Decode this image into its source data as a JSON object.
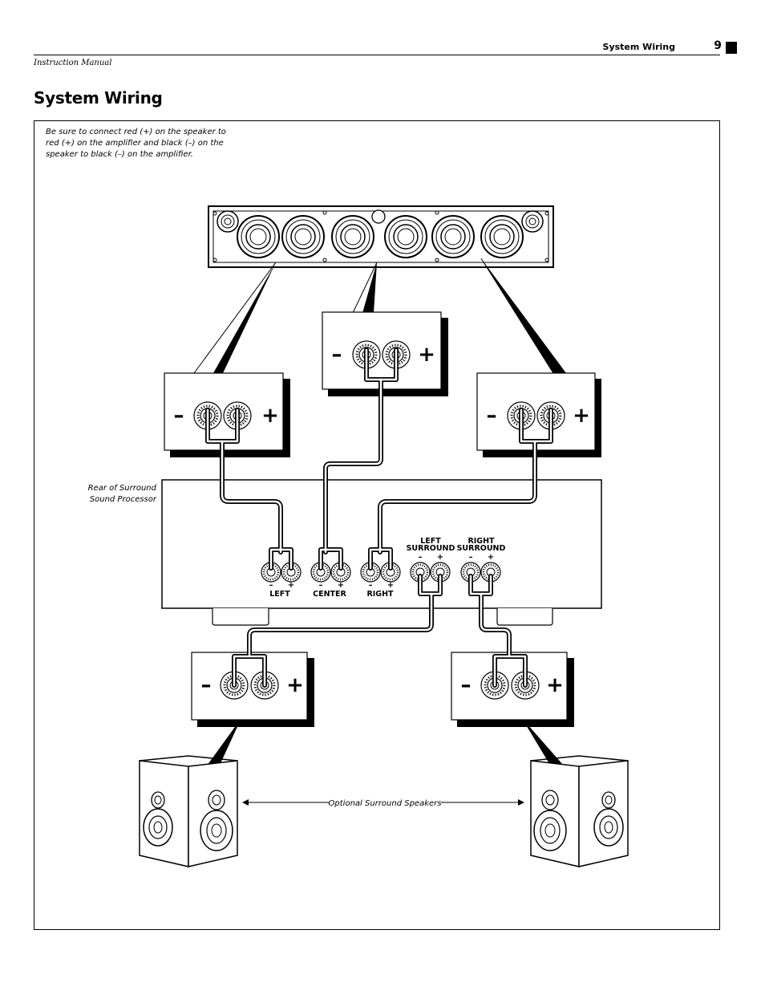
{
  "header": {
    "section": "System Wiring",
    "page_number": "9",
    "manual": "Instruction Manual"
  },
  "title": "System Wiring",
  "note": "Be sure to connect red (+) on the speaker to red (+) on the amplifier and black (–) on the speaker to black (–) on the amplifier.",
  "diagram": {
    "processor_label_line1": "Rear of Surround",
    "processor_label_line2": "Sound Processor",
    "surround_speakers_label": "Optional Surround Speakers",
    "terminal_minus": "–",
    "terminal_plus": "+",
    "outputs": {
      "left": "LEFT",
      "center": "CENTER",
      "right": "RIGHT",
      "left_surround_line1": "LEFT",
      "left_surround_line2": "SURROUND",
      "right_surround_line1": "RIGHT",
      "right_surround_line2": "SURROUND"
    }
  }
}
